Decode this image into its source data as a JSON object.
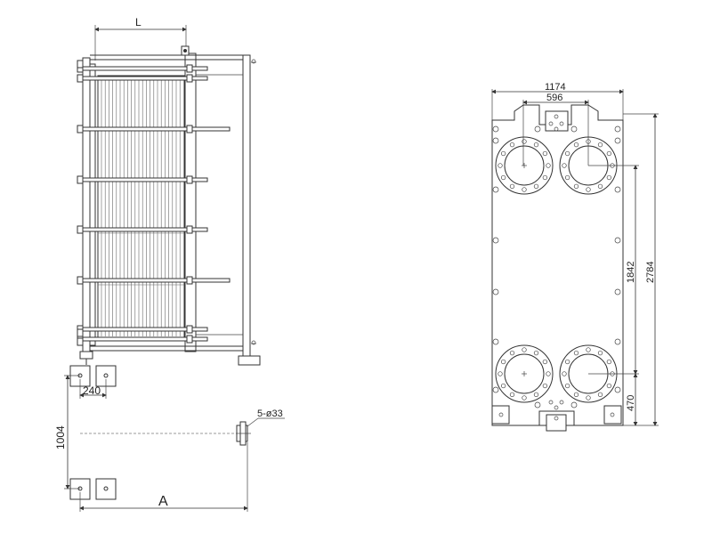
{
  "labels": {
    "frame_length": "L",
    "foot_spacing": "240",
    "foot_depth": "1004",
    "bolt_spec": "5-ø33",
    "frame_span": "A",
    "overall_width": "1174",
    "port_spacing": "596",
    "port_vertical_spacing": "1842",
    "overall_height": "2784",
    "bottom_port_height": "470"
  }
}
